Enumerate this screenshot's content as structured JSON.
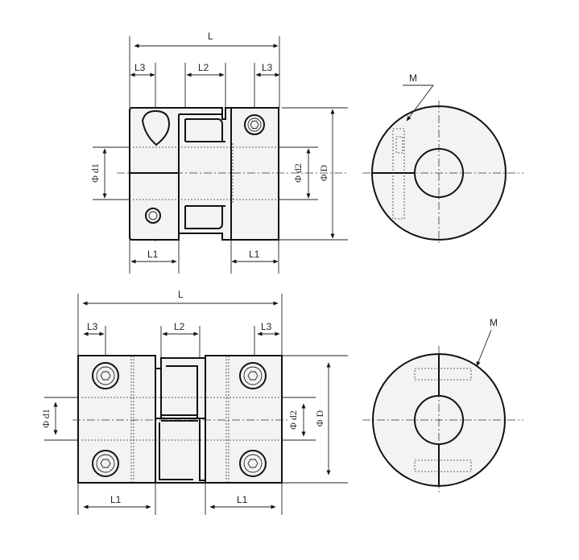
{
  "title": "Jaw coupling dimension drawing",
  "views": {
    "top": {
      "length_label": "L",
      "hub_offset_left_label": "L3",
      "gap_label": "L2",
      "hub_offset_right_label": "L3",
      "hub_length_left_label": "L1",
      "hub_length_right_label": "L1",
      "bore1_label": "Φ d1",
      "bore2_label": "Φ d2",
      "outer_diameter_label": "Φ D",
      "screw_label": "M"
    },
    "bottom": {
      "length_label": "L",
      "hub_offset_left_label": "L3",
      "gap_label": "L2",
      "hub_offset_right_label": "L3",
      "hub_length_left_label": "L1",
      "hub_length_right_label": "L1",
      "bore1_label": "Φ d1",
      "bore2_label": "Φ d2",
      "outer_diameter_label": "Φ D",
      "screw_label": "M"
    }
  }
}
